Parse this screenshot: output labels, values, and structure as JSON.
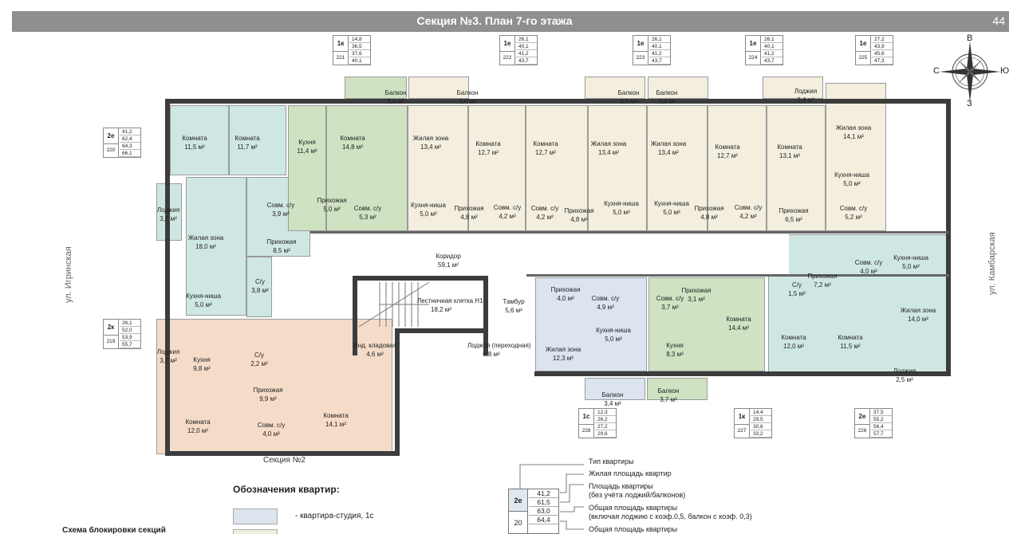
{
  "header": {
    "title": "Секция №3. План 7-го этажа",
    "page": "44"
  },
  "compass": {
    "n": "В",
    "e": "Ю",
    "s": "З",
    "w": "С"
  },
  "streets": {
    "left": "ул. Игринская",
    "right": "ул. Камбарская"
  },
  "section_label": "Секция №2",
  "legend": {
    "title": "Обозначения квартир:",
    "studio": "- квартира-студия, 1с",
    "scheme": "Схема блокировки секций"
  },
  "apartments": [
    {
      "type": "2е",
      "num": "220",
      "v": [
        "41,2",
        "62,4",
        "64,3",
        "66,1"
      ]
    },
    {
      "type": "1к",
      "num": "221",
      "v": [
        "14,8",
        "36,5",
        "37,6",
        "40,1"
      ]
    },
    {
      "type": "1е",
      "num": "222",
      "v": [
        "26,1",
        "40,1",
        "41,2",
        "43,7"
      ]
    },
    {
      "type": "1е",
      "num": "223",
      "v": [
        "26,1",
        "40,1",
        "41,2",
        "43,7"
      ]
    },
    {
      "type": "1е",
      "num": "224",
      "v": [
        "26,1",
        "40,1",
        "41,2",
        "43,7"
      ]
    },
    {
      "type": "1е",
      "num": "225",
      "v": [
        "27,2",
        "43,9",
        "45,6",
        "47,3"
      ]
    },
    {
      "type": "2к",
      "num": "219",
      "v": [
        "26,1",
        "52,0",
        "53,9",
        "55,7"
      ]
    },
    {
      "type": "1с",
      "num": "228",
      "v": [
        "12,3",
        "26,2",
        "27,2",
        "29,6"
      ]
    },
    {
      "type": "1к",
      "num": "227",
      "v": [
        "14,4",
        "29,5",
        "30,6",
        "33,2"
      ]
    },
    {
      "type": "2е",
      "num": "226",
      "v": [
        "37,5",
        "55,2",
        "56,4",
        "57,7"
      ]
    }
  ],
  "rooms": [
    {
      "n": "Комната",
      "a": "11,5 м²"
    },
    {
      "n": "Комната",
      "a": "11,7 м²"
    },
    {
      "n": "Кухня",
      "a": "11,4 м²"
    },
    {
      "n": "Комната",
      "a": "14,8 м²"
    },
    {
      "n": "Жилая зона",
      "a": "13,4 м²"
    },
    {
      "n": "Комната",
      "a": "12,7 м²"
    },
    {
      "n": "Комната",
      "a": "12,7 м²"
    },
    {
      "n": "Жилая зона",
      "a": "13,4 м²"
    },
    {
      "n": "Жилая зона",
      "a": "13,4 м²"
    },
    {
      "n": "Комната",
      "a": "12,7 м²"
    },
    {
      "n": "Комната",
      "a": "13,1 м²"
    },
    {
      "n": "Жилая зона",
      "a": "14,1 м²"
    },
    {
      "n": "Кухня-ниша",
      "a": "5,0 м²"
    },
    {
      "n": "Лоджия",
      "a": "3,7 м²"
    },
    {
      "n": "Совм. с/у",
      "a": "3,9 м²"
    },
    {
      "n": "Прихожая",
      "a": "5,0 м²"
    },
    {
      "n": "Совм. с/у",
      "a": "5,3 м²"
    },
    {
      "n": "Кухня-ниша",
      "a": "5,0 м²"
    },
    {
      "n": "Прихожая",
      "a": "4,8 м²"
    },
    {
      "n": "Совм. с/у",
      "a": "4,2 м²"
    },
    {
      "n": "Совм. с/у",
      "a": "4,2 м²"
    },
    {
      "n": "Прихожая",
      "a": "4,8 м²"
    },
    {
      "n": "Кухня-ниша",
      "a": "5,0 м²"
    },
    {
      "n": "Кухня-ниша",
      "a": "5,0 м²"
    },
    {
      "n": "Прихожая",
      "a": "4,8 м²"
    },
    {
      "n": "Совм. с/у",
      "a": "4,2 м²"
    },
    {
      "n": "Прихожая",
      "a": "6,5 м²"
    },
    {
      "n": "Совм. с/у",
      "a": "5,2 м²"
    },
    {
      "n": "Жилая зона",
      "a": "18,0 м²"
    },
    {
      "n": "Прихожая",
      "a": "8,5 м²"
    },
    {
      "n": "С/у",
      "a": "3,8 м²"
    },
    {
      "n": "Кухня-ниша",
      "a": "5,0 м²"
    },
    {
      "n": "Коридор",
      "a": "59,1 м²"
    },
    {
      "n": "Лестничная клетка Н1",
      "a": "18,2 м²"
    },
    {
      "n": "Тамбур",
      "a": "5,6 м²"
    },
    {
      "n": "Лоджия (переходная)",
      "a": "6,8 м²"
    },
    {
      "n": "Инд. кладовая",
      "a": "4,6 м²"
    },
    {
      "n": "Прихожая",
      "a": "4,0 м²"
    },
    {
      "n": "Совм. с/у",
      "a": "4,9 м²"
    },
    {
      "n": "Кухня-ниша",
      "a": "5,0 м²"
    },
    {
      "n": "Жилая зона",
      "a": "12,3 м²"
    },
    {
      "n": "Совм. с/у",
      "a": "3,7 м²"
    },
    {
      "n": "Прихожая",
      "a": "3,1 м²"
    },
    {
      "n": "Кухня",
      "a": "8,3 м²"
    },
    {
      "n": "Комната",
      "a": "14,4 м²"
    },
    {
      "n": "С/у",
      "a": "1,5 м²"
    },
    {
      "n": "Прихожая",
      "a": "7,2 м²"
    },
    {
      "n": "Совм. с/у",
      "a": "4,0 м²"
    },
    {
      "n": "Кухня-ниша",
      "a": "5,0 м²"
    },
    {
      "n": "Жилая зона",
      "a": "14,0 м²"
    },
    {
      "n": "Комната",
      "a": "12,0 м²"
    },
    {
      "n": "Комната",
      "a": "11,5 м²"
    },
    {
      "n": "Лоджия",
      "a": "2,5 м²"
    },
    {
      "n": "Лоджия",
      "a": "3,7 м²"
    },
    {
      "n": "Кухня",
      "a": "9,8 м²"
    },
    {
      "n": "С/у",
      "a": "2,2 м²"
    },
    {
      "n": "Прихожая",
      "a": "9,9 м²"
    },
    {
      "n": "Комната",
      "a": "12,0 м²"
    },
    {
      "n": "Совм. с/у",
      "a": "4,0 м²"
    },
    {
      "n": "Комната",
      "a": "14,1 м²"
    },
    {
      "n": "Балкон",
      "a": "3,6 м²"
    },
    {
      "n": "Балкон",
      "a": "3,6 м²"
    },
    {
      "n": "Балкон",
      "a": "3,6 м²"
    },
    {
      "n": "Балкон",
      "a": "3,6 м²"
    },
    {
      "n": "Лоджия",
      "a": "3,4 м²"
    },
    {
      "n": "Балкон",
      "a": "3,4 м²"
    },
    {
      "n": "Балкон",
      "a": "3,7 м²"
    }
  ],
  "key": {
    "type": "2е",
    "num": "20",
    "vals": [
      "41,2",
      "61,5",
      "63,0",
      "64,4"
    ],
    "labels": [
      "Тип квартиры",
      "Жилая площадь квартир",
      "Площадь квартиры",
      "(без учёта лоджий/балконов)",
      "Общая площадь квартиры",
      "(включая лоджию с коэф.0,5, балкон с коэф. 0,3)",
      "Общая площадь квартиры"
    ]
  },
  "colors": {
    "studio": "#dbe4ef",
    "one_room": "#e9f0dc",
    "green": "#cfe2c2",
    "teal": "#cfe7e2",
    "beige": "#f3eede",
    "peach": "#f5dcc8"
  }
}
